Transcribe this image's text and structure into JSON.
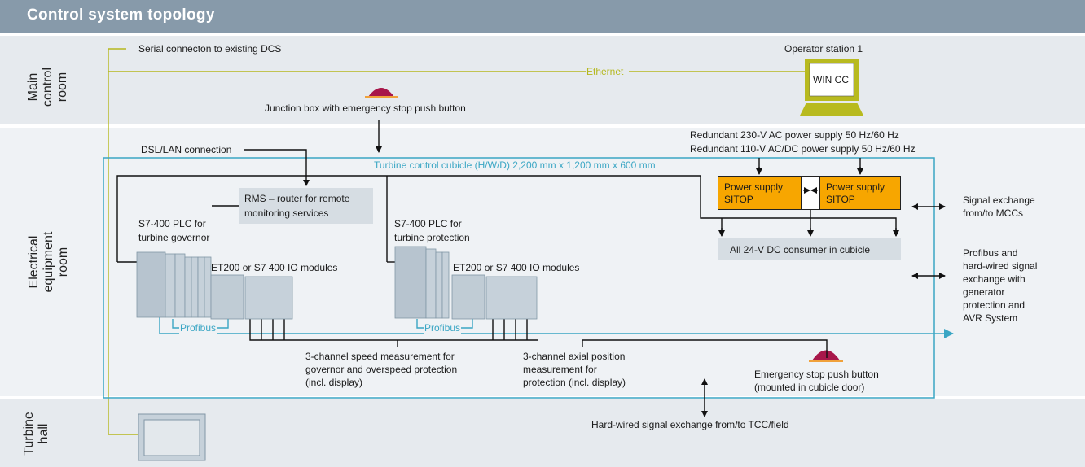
{
  "header": {
    "title": "Control system topology"
  },
  "zones": {
    "main": "Main\ncontrol\nroom",
    "electrical": "Electrical\nequipment\nroom",
    "turbine": "Turbine\nhall"
  },
  "labels": {
    "serial": "Serial connecton to existing DCS",
    "ethernet": "Ethernet",
    "operator_station": "Operator station 1",
    "wincc": "WIN CC",
    "junction_box": "Junction box with emergency stop push button",
    "power_supply_1": "Redundant 230-V AC power supply 50 Hz/60 Hz",
    "power_supply_2": "Redundant 110-V AC/DC power supply 50 Hz/60 Hz",
    "dsl": "DSL/LAN connection",
    "cubicle": "Turbine control cubicle (H/W/D) 2,200 mm x 1,200 mm x 600 mm",
    "rms_1": "RMS – router for remote",
    "rms_2": "monitoring services",
    "plc1_1": "S7-400 PLC for",
    "plc1_2": "turbine governor",
    "plc2_1": "S7-400 PLC for",
    "plc2_2": "turbine protection",
    "io1": "ET200 or S7 400 IO modules",
    "io2": "ET200 or S7 400 IO modules",
    "ps_a_1": "Power supply",
    "ps_a_2": "SITOP",
    "ps_b_1": "Power supply",
    "ps_b_2": "SITOP",
    "dc_consumer": "All 24-V DC consumer in cubicle",
    "signal_mcc_1": "Signal exchange",
    "signal_mcc_2": "from/to MCCs",
    "profibus_hw": "Profibus and\nhard-wired signal\nexchange with\ngenerator\nprotection and\nAVR System",
    "profibus1": "Profibus",
    "profibus2": "Profibus",
    "speed_meas": "3-channel speed measurement for\ngovernor and overspeed protection\n(incl. display)",
    "axial_meas": "3-channel axial position\nmeasurement for\nprotection (incl. display)",
    "estop": "Emergency stop push button\n(mounted in cubicle door)",
    "hardwired": "Hard-wired signal exchange from/to TCC/field"
  },
  "colors": {
    "header": "#879aaa",
    "band": "#e6eaee",
    "cubicle_line": "#3aa6c4",
    "ethernet_line": "#b5b81e",
    "power_supply": "#f7a600",
    "estop": "#a8174a"
  }
}
